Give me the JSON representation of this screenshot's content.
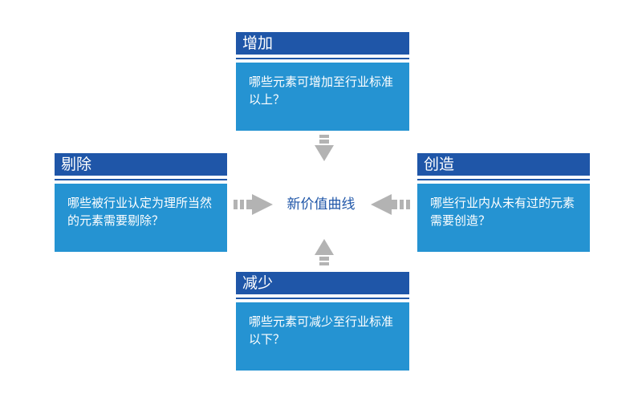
{
  "center": {
    "label": "新价值曲线"
  },
  "boxes": {
    "top": {
      "title": "增加",
      "text": "哪些元素可增加至行业标准以上？"
    },
    "left": {
      "title": "剔除",
      "text": "哪些被行业认定为理所当然的元素需要剔除？"
    },
    "right": {
      "title": "创造",
      "text": "哪些行业内从未有过的元素需要创造？"
    },
    "bottom": {
      "title": "减少",
      "text": "哪些元素可减少至行业标准以下？"
    }
  },
  "colors": {
    "header": "#1f56a8",
    "body": "#2593d2",
    "arrow": "#b3b3b3",
    "center_text": "#1f56a8"
  }
}
